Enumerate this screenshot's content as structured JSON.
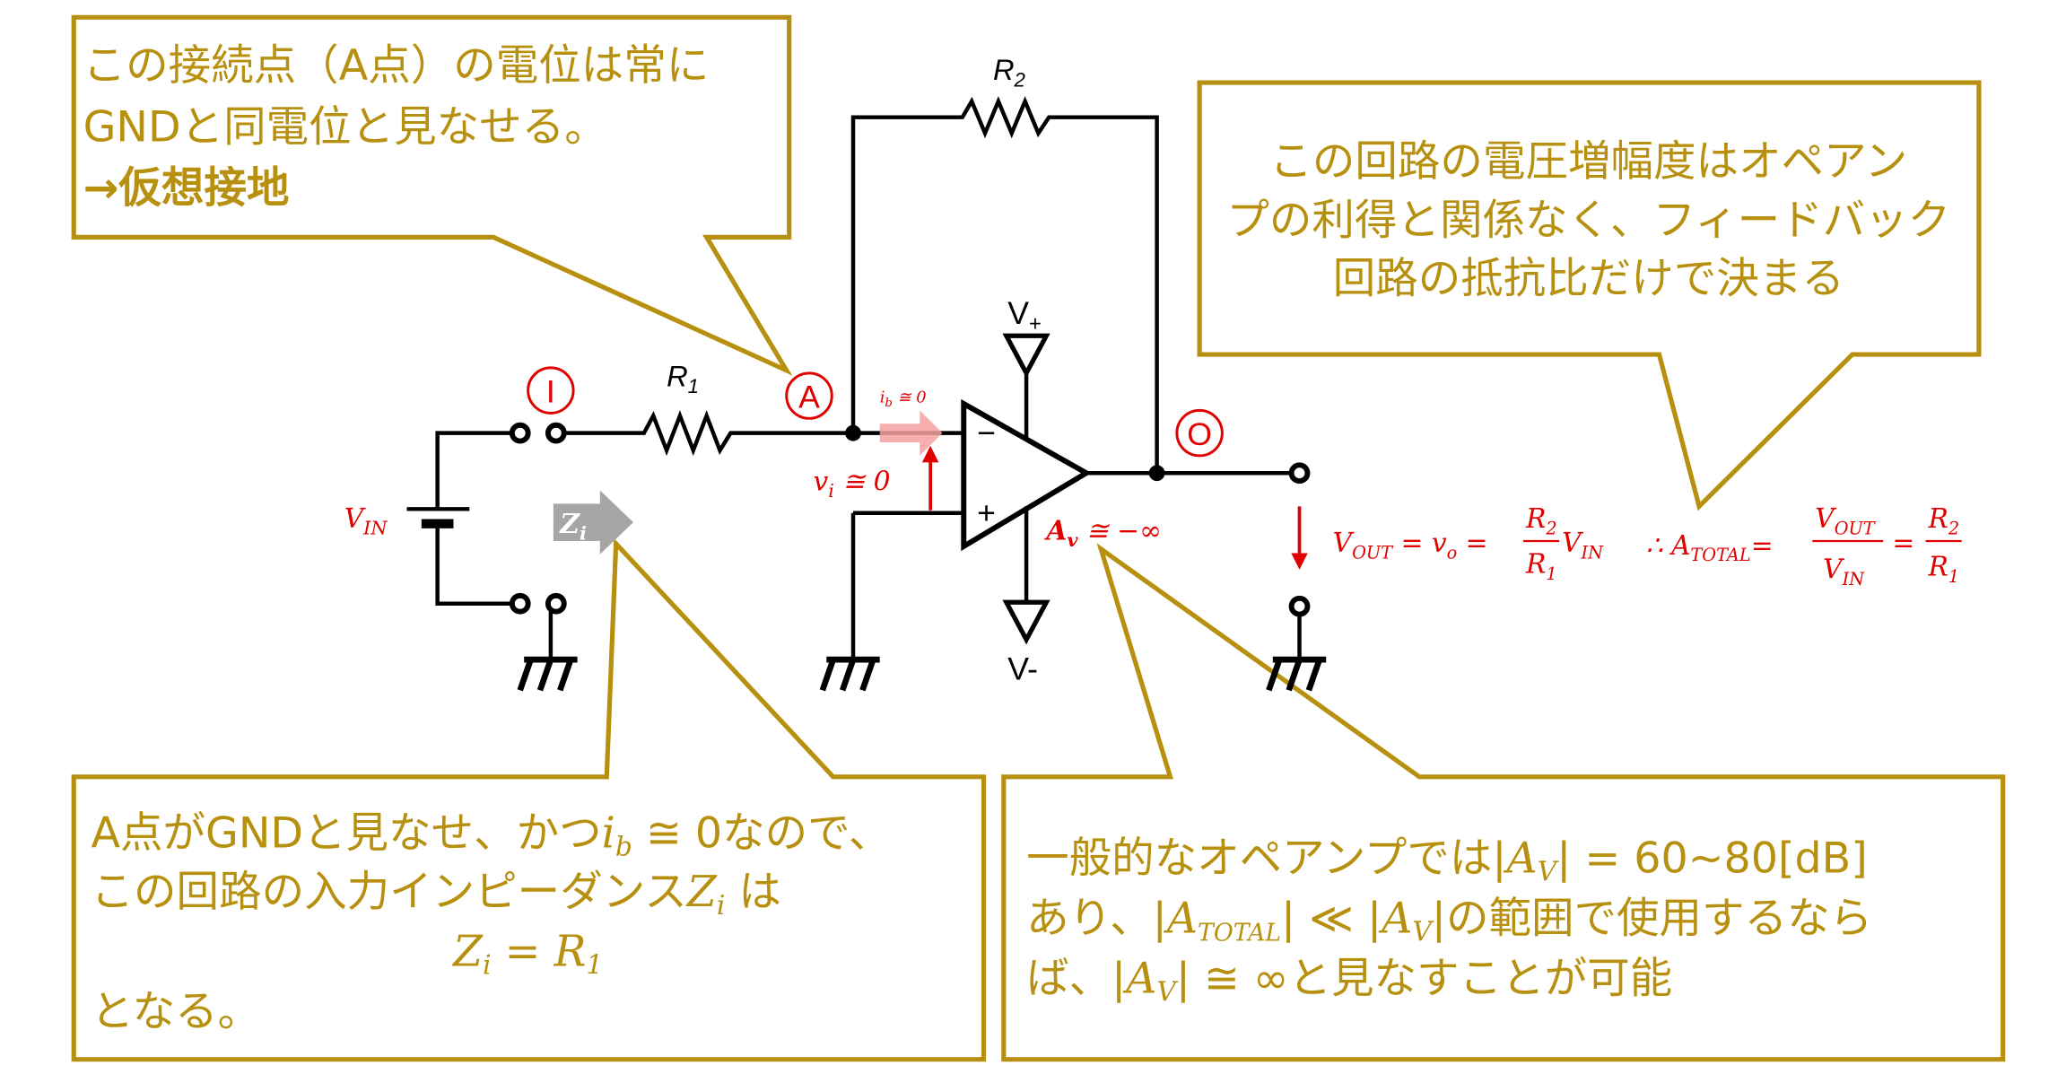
{
  "colors": {
    "callout": "#B8900F",
    "annotation": "#E00000",
    "wire": "#000000",
    "ib_arrow": "#F4A0A0",
    "zi_arrow": "#A6A6A6"
  },
  "callouts": {
    "virtual_ground": {
      "line1": "この接続点（A点）の電位は常に",
      "line2": "GNDと同電位と見なせる。",
      "line3": "→仮想接地"
    },
    "gain": {
      "line1": "この回路の電圧増幅度はオペアン",
      "line2": "プの利得と関係なく、フィードバック",
      "line3": "回路の抵抗比だけで決まる"
    },
    "impedance": {
      "l1a": "A点がGNDと見なせ、かつ",
      "l1v": "i",
      "l1s": "b",
      "l1b": " ≅ 0なので、",
      "l2a": "この回路の入力インピーダンス",
      "l2v": "Z",
      "l2s": "i",
      "l2b": " は",
      "l3v": "Z",
      "l3s": "i",
      "l3b": " = R",
      "l3s2": "1",
      "l4": "となる。"
    },
    "opamp": {
      "l1a": "一般的なオペアンプでは|",
      "l1v": "A",
      "l1s": "V",
      "l1b": "| = 60~80[dB]",
      "l2a": "あり、|",
      "l2v": "A",
      "l2s": "TOTAL",
      "l2b": "| ≪ |",
      "l2v2": "A",
      "l2s2": "V",
      "l2c": "|の範囲で使用するなら",
      "l3a": "ば、|",
      "l3v": "A",
      "l3s": "V",
      "l3b": "| ≅ ∞と見なすことが可能"
    }
  },
  "circuit": {
    "node_input": "I",
    "node_a": "A",
    "node_output": "O",
    "r1": {
      "sym": "R",
      "sub": "1"
    },
    "r2": {
      "sym": "R",
      "sub": "2"
    },
    "vin": {
      "sym": "V",
      "sub": "IN"
    },
    "vplus": {
      "sym": "V",
      "sub": "+"
    },
    "vminus": "V-",
    "minus_sign": "−",
    "plus_sign": "+",
    "ib": {
      "sym": "i",
      "sub": "b",
      "rest": " ≅ 0"
    },
    "vi": {
      "sym": "v",
      "sub": "i",
      "rest": " ≅ 0"
    },
    "zi": {
      "sym": "Z",
      "sub": "i"
    },
    "av": {
      "sym": "A",
      "sub": "v",
      "rest": " ≅ −∞"
    }
  },
  "formula": {
    "vout": "V",
    "vout_sub": "OUT",
    "eq1": " = ",
    "vo": "v",
    "vo_sub": "o",
    "eq2": " =",
    "r2": "R",
    "r2_sub": "2",
    "r1": "R",
    "r1_sub": "1",
    "vin": "V",
    "vin_sub": "IN",
    "therefore": "∴ ",
    "atotal": "A",
    "atotal_sub": "TOTAL",
    "eq3": "=",
    "f_vout": "V",
    "f_vout_sub": "OUT",
    "f_vin": "V",
    "f_vin_sub": "IN",
    "eq4": "=",
    "g_r2": "R",
    "g_r2_sub": "2",
    "g_r1": "R",
    "g_r1_sub": "1"
  }
}
